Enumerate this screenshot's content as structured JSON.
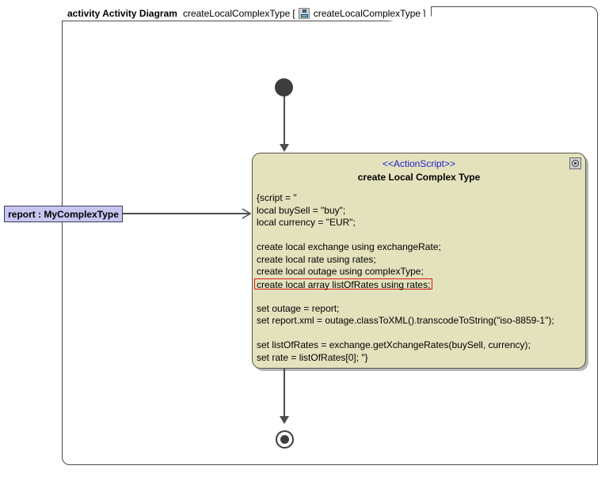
{
  "frame": {
    "keyword": "activity Activity Diagram",
    "name": "createLocalComplexType",
    "bracket_open": "[",
    "icon": "activity-diagram-icon",
    "qualified_name": "createLocalComplexType",
    "bracket_close": "]"
  },
  "object_node": {
    "label": "report : MyComplexType",
    "fill_color": "#c6c6f0",
    "border_color": "#3a3a5c"
  },
  "action_node": {
    "stereotype": "<<ActionScript>>",
    "stereotype_color": "#2222cc",
    "title": "create Local Complex Type",
    "fill_color": "#e4e2bd",
    "border_color": "#555547",
    "corner_icon": "gear-icon",
    "highlight_color": "#e01515",
    "script_lines": [
      {
        "text": "{script = \"",
        "highlighted": false
      },
      {
        "text": "local buySell = \"buy\";",
        "highlighted": false
      },
      {
        "text": "local currency = \"EUR\";",
        "highlighted": false
      },
      {
        "text": "",
        "highlighted": false
      },
      {
        "text": "create local exchange using exchangeRate;",
        "highlighted": false
      },
      {
        "text": "create local rate using rates;",
        "highlighted": false
      },
      {
        "text": "create local outage using complexType;",
        "highlighted": false
      },
      {
        "text": "create local array listOfRates using rates;",
        "highlighted": true
      },
      {
        "text": "",
        "highlighted": false
      },
      {
        "text": "set outage = report;",
        "highlighted": false
      },
      {
        "text": "set report.xml = outage.classToXML().transcodeToString(\"iso-8859-1\");",
        "highlighted": false
      },
      {
        "text": "",
        "highlighted": false
      },
      {
        "text": "set listOfRates = exchange.getXchangeRates(buySell, currency);",
        "highlighted": false
      },
      {
        "text": "set rate = listOfRates[0]; \"}",
        "highlighted": false
      }
    ]
  },
  "nodes": {
    "initial_node_name": "initial-node",
    "final_node_name": "activity-final-node",
    "edge_color": "#4d4d4d"
  }
}
